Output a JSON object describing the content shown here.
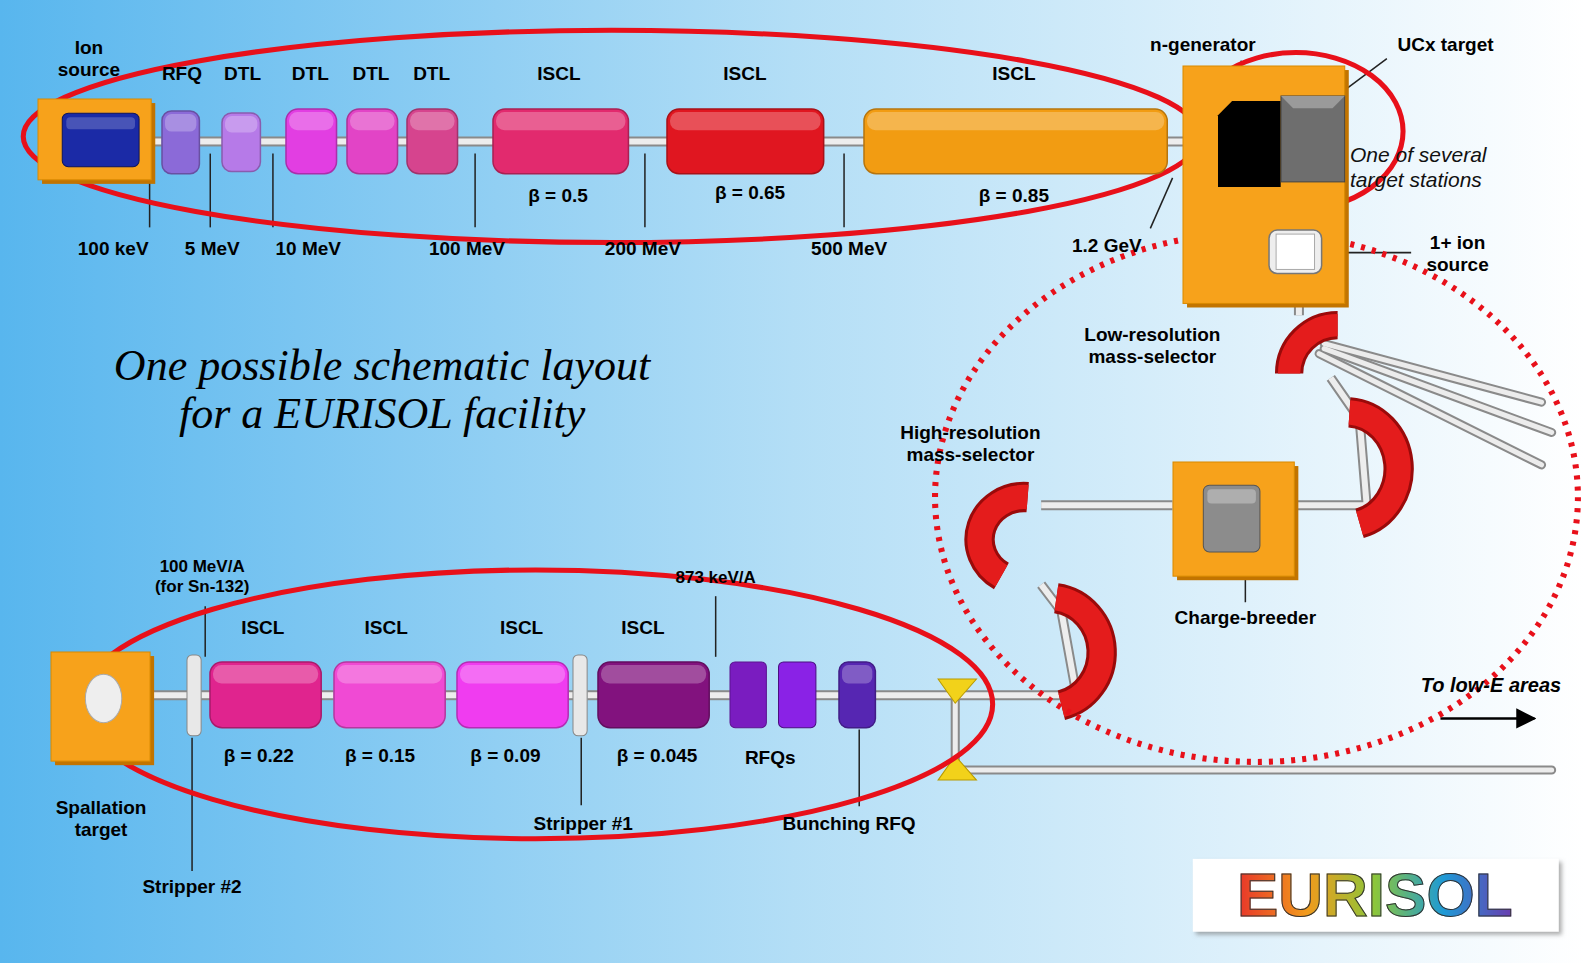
{
  "diagram": {
    "title": "One possible schematic layout for a EURISOL facility",
    "nodes": [
      {
        "text": [
          "Ion source"
        ]
      },
      {
        "text": [
          "RFQ"
        ]
      },
      {
        "text": [
          "DTL"
        ]
      },
      {
        "text": [
          "DTL"
        ]
      },
      {
        "text": [
          "DTL"
        ]
      },
      {
        "text": [
          "DTL"
        ]
      },
      {
        "text": [
          "ISCL",
          "β = 0.5"
        ]
      },
      {
        "text": [
          "ISCL",
          "β = 0.65"
        ]
      },
      {
        "text": [
          "ISCL",
          "β = 0.85"
        ]
      },
      {
        "text": [
          "One of several target stations"
        ]
      },
      {
        "text": [
          "n-generator"
        ],
        "in": 9
      },
      {
        "text": [
          "UCx target"
        ],
        "in": 9
      },
      {
        "text": [
          "1+ ion source"
        ],
        "in": 9
      },
      {
        "text": [
          "Low-resolution mass-selector"
        ]
      },
      {
        "text": [
          "Charge-breeder"
        ]
      },
      {
        "text": [
          "High-resolution mass-selector"
        ]
      },
      {
        "text": [
          "Bunching RFQ"
        ]
      },
      {
        "text": [
          "RFQs"
        ]
      },
      {
        "text": [
          "ISCL",
          "β = 0.045"
        ]
      },
      {
        "text": [
          "Stripper #1"
        ]
      },
      {
        "text": [
          "ISCL",
          "β = 0.09"
        ]
      },
      {
        "text": [
          "ISCL",
          "β = 0.15"
        ]
      },
      {
        "text": [
          "ISCL",
          "β = 0.22"
        ]
      },
      {
        "text": [
          "Stripper #2"
        ]
      },
      {
        "text": [
          "Spallation target"
        ]
      }
    ],
    "edges": [
      {
        "from": 0,
        "to": 1,
        "arrow": "none"
      },
      {
        "from": 1,
        "to": 2,
        "arrow": "none"
      },
      {
        "from": 2,
        "to": 3,
        "arrow": "none"
      },
      {
        "from": 3,
        "to": 4,
        "arrow": "none"
      },
      {
        "from": 4,
        "to": 5,
        "arrow": "none"
      },
      {
        "from": 5,
        "to": 6,
        "arrow": "none"
      },
      {
        "from": 6,
        "to": 7,
        "arrow": "none"
      },
      {
        "from": 7,
        "to": 8,
        "arrow": "none"
      },
      {
        "from": 8,
        "to": 10,
        "arrow": "none"
      },
      {
        "from": 11,
        "to": 12,
        "arrow": "none"
      },
      {
        "from": 12,
        "to": 13,
        "arrow": "none"
      },
      {
        "from": 13,
        "to": 14,
        "arrow": "none"
      },
      {
        "from": 14,
        "to": 15,
        "arrow": "none"
      },
      {
        "from": 15,
        "to": 16,
        "arrow": "none"
      },
      {
        "from": 16,
        "to": 17,
        "arrow": "none"
      },
      {
        "from": 17,
        "to": 18,
        "arrow": "none"
      },
      {
        "from": 18,
        "to": 19,
        "arrow": "none"
      },
      {
        "from": 19,
        "to": 20,
        "arrow": "none"
      },
      {
        "from": 20,
        "to": 21,
        "arrow": "none"
      },
      {
        "from": 21,
        "to": 22,
        "arrow": "none"
      },
      {
        "from": 22,
        "to": 23,
        "arrow": "none"
      },
      {
        "from": 23,
        "to": 24,
        "arrow": "none"
      }
    ],
    "labels": [
      "100 keV",
      "5 MeV",
      "10 MeV",
      "100 MeV",
      "200 MeV",
      "500 MeV",
      "1.2 GeV",
      "100 MeV/A (for Sn-132)",
      "873 keV/A",
      "To low-E areas",
      "EURISOL"
    ]
  }
}
